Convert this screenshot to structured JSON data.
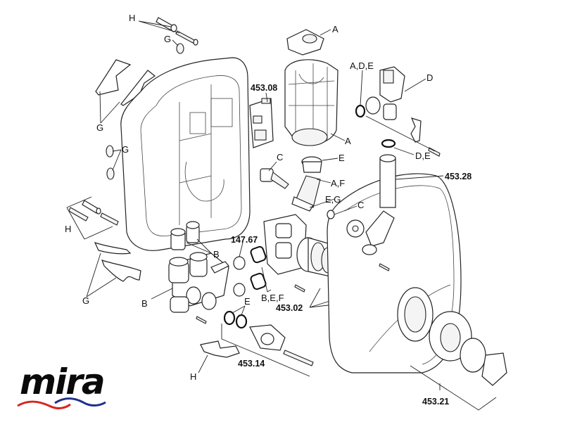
{
  "diagram": {
    "title": "Mira electric shower exploded parts diagram",
    "brand": {
      "name": "mira",
      "wave_colors": {
        "red": "#d8241e",
        "blue": "#1f2f8c"
      }
    },
    "part_numbers": {
      "p45308": "453.08",
      "p45328": "453.28",
      "p14767": "147.67",
      "p45302": "453.02",
      "p45314": "453.14",
      "p45321": "453.21"
    },
    "letter_labels": {
      "h_top": "H",
      "g_top": "G",
      "g_covers": "G",
      "g_grommets": "G",
      "h_left": "H",
      "g_left": "G",
      "b_inlet": "B",
      "b_manifold": "B",
      "a_cap": "A",
      "ade_oring": "A,D,E",
      "d_valve": "D",
      "a_motor": "A",
      "de_oring": "D,E",
      "e_seal": "E",
      "c_pot": "C",
      "af_hose": "A,F",
      "eg_hose": "E,G",
      "c_gear": "C",
      "bef_gaskets": "B,E,F",
      "e_orings": "E",
      "h_bottom": "H"
    }
  }
}
